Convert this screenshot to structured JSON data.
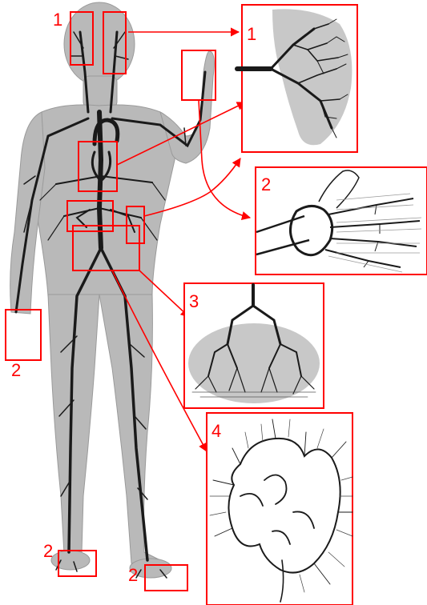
{
  "colors": {
    "accent": "#ff0000",
    "body_fill": "#b9b9b9",
    "vessel": "#1a1a1a",
    "tissue_fill": "#c8c8c8"
  },
  "labels": {
    "one_head": "1",
    "one_inset": "1",
    "two_inset": "2",
    "two_hand": "2",
    "two_foot_left": "2",
    "two_foot_right": "2",
    "three_inset": "3",
    "four_inset": "4"
  },
  "insets": [
    {
      "id": "lung-branching",
      "label_key": "one_inset"
    },
    {
      "id": "hand-vessels",
      "label_key": "two_inset"
    },
    {
      "id": "vessel-arcades",
      "label_key": "three_inset"
    },
    {
      "id": "intestine-vessels",
      "label_key": "four_inset"
    }
  ]
}
